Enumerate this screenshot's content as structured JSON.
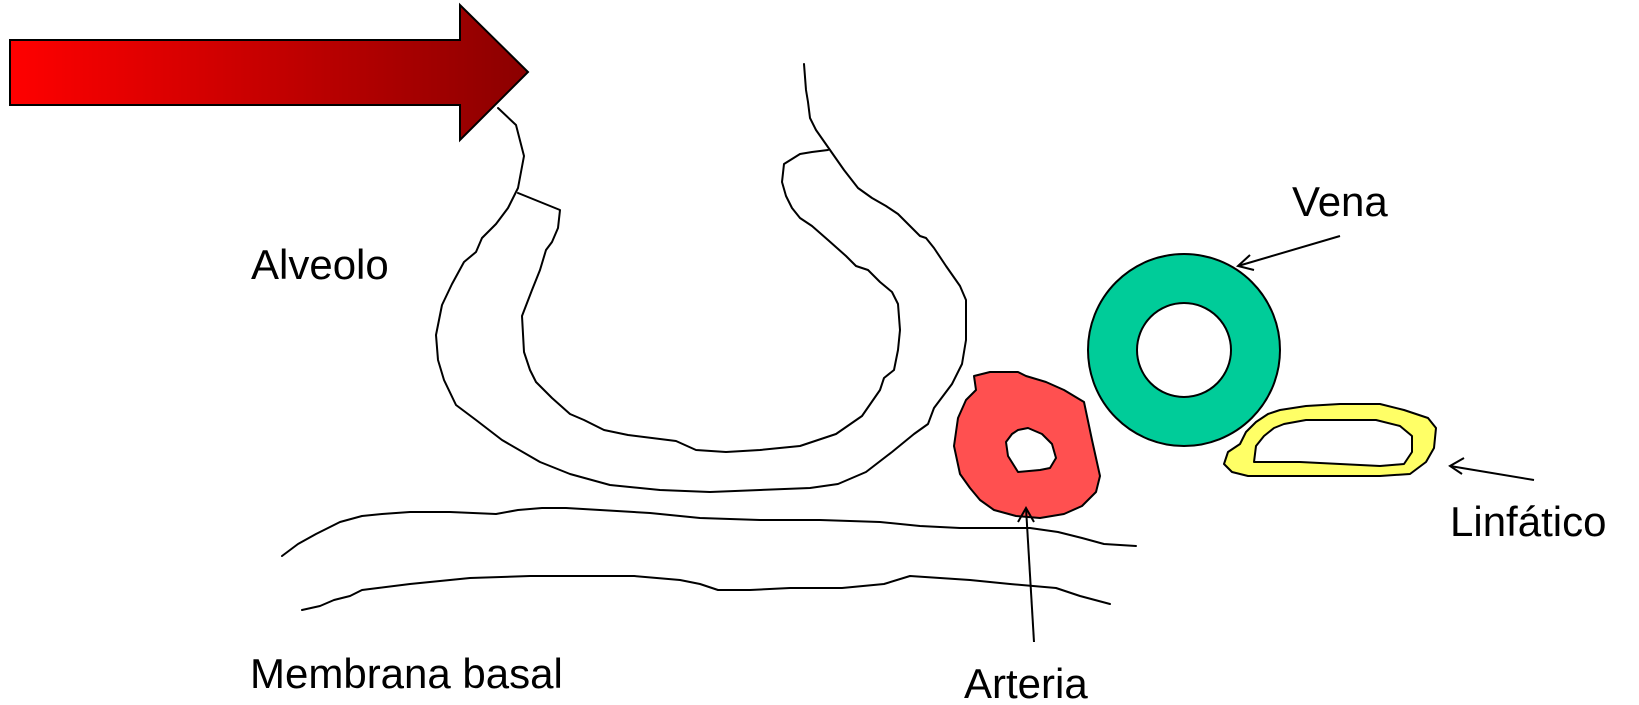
{
  "labels": {
    "alveolo": "Alveolo",
    "vena": "Vena",
    "linfatico": "Linfático",
    "membrana_basal": "Membrana basal",
    "arteria": "Arteria"
  },
  "colors": {
    "arrow_start": "#ff0000",
    "arrow_end": "#8b0000",
    "arteria": "#ff5050",
    "vena": "#00cc99",
    "linfatico": "#ffff66",
    "stroke": "#000000"
  },
  "icons": {
    "flow_arrow": "block-arrow-right",
    "pointer": "line-arrow"
  }
}
